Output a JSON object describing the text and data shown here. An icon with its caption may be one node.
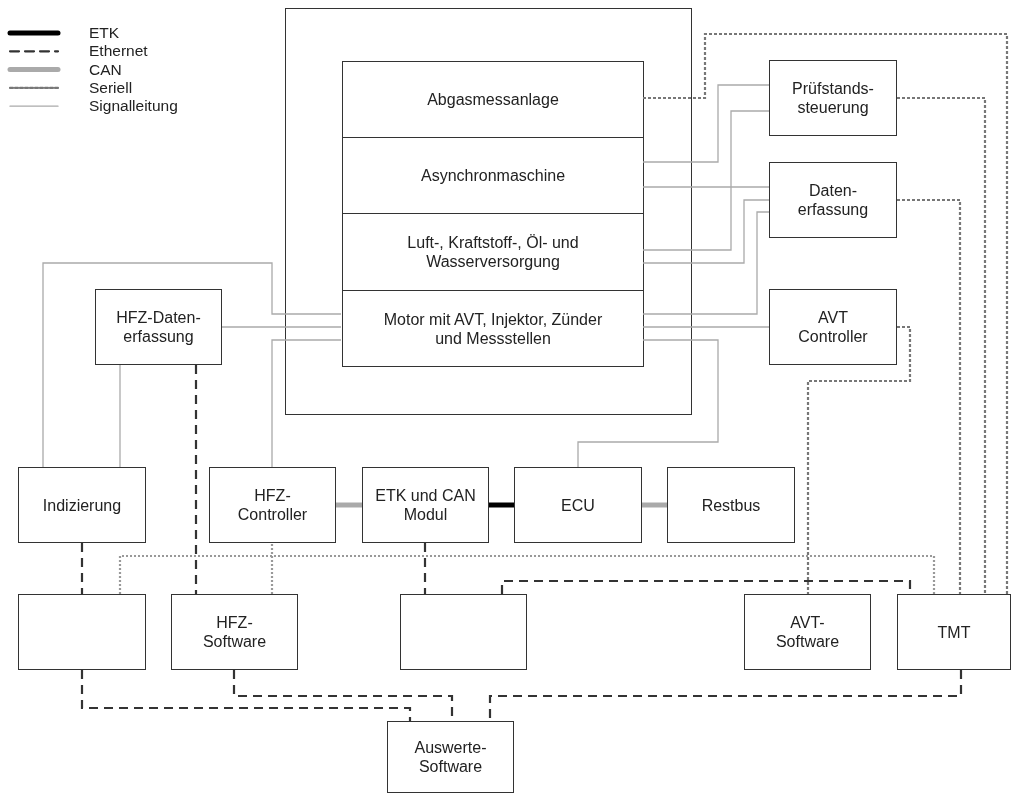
{
  "diagram": {
    "nodes": [
      {
        "text": [],
        "shape": "box"
      },
      {
        "text": [
          "Abgasmessanlage"
        ],
        "in": 0
      },
      {
        "text": [
          "Asynchronmaschine"
        ],
        "in": 0
      },
      {
        "text": [
          "Luft-, Kraftstoff-, Öl- und Wasserversorgung"
        ],
        "in": 0
      },
      {
        "text": [
          "Motor mit AVT, Injektor, Zünder und Messstellen"
        ],
        "in": 0
      },
      {
        "text": [
          "Prüfstands- steuerung"
        ]
      },
      {
        "text": [
          "Daten- erfassung"
        ]
      },
      {
        "text": [
          "AVT Controller"
        ]
      },
      {
        "text": [
          "HFZ-Daten- erfassung"
        ]
      },
      {
        "text": [
          "Indizierung"
        ]
      },
      {
        "text": [
          "HFZ- Controller"
        ]
      },
      {
        "text": [
          "ETK und CAN Modul"
        ]
      },
      {
        "text": [
          "ECU"
        ]
      },
      {
        "text": [
          "Restbus"
        ]
      },
      {
        "text": [],
        "shape": "box"
      },
      {
        "text": [
          "HFZ- Software"
        ]
      },
      {
        "text": [],
        "shape": "box"
      },
      {
        "text": [
          "AVT- Software"
        ]
      },
      {
        "text": [
          "TMT"
        ]
      },
      {
        "text": [
          "Auswerte- Software"
        ]
      }
    ],
    "edges": [
      {
        "from": 1,
        "to": 18,
        "arrow": "none",
        "style": "dashed",
        "color": "#777777"
      },
      {
        "from": 5,
        "to": 18,
        "arrow": "none",
        "style": "dashed",
        "color": "#777777"
      },
      {
        "from": 6,
        "to": 18,
        "arrow": "none",
        "style": "dashed",
        "color": "#777777"
      },
      {
        "from": 7,
        "to": 17,
        "arrow": "none",
        "style": "dashed",
        "color": "#777777"
      },
      {
        "from": 2,
        "to": 5,
        "arrow": "none"
      },
      {
        "from": 3,
        "to": 5,
        "arrow": "none"
      },
      {
        "from": 2,
        "to": 6,
        "arrow": "none"
      },
      {
        "from": 3,
        "to": 6,
        "arrow": "none"
      },
      {
        "from": 4,
        "to": 6,
        "arrow": "none"
      },
      {
        "from": 4,
        "to": 7,
        "arrow": "none"
      },
      {
        "from": 4,
        "to": 12,
        "arrow": "none"
      },
      {
        "from": 9,
        "to": 4,
        "arrow": "none"
      },
      {
        "from": 8,
        "to": 4,
        "arrow": "none"
      },
      {
        "from": 10,
        "to": 4,
        "arrow": "none"
      },
      {
        "from": 8,
        "to": 9,
        "arrow": "none"
      },
      {
        "from": 10,
        "to": 11,
        "arrow": "none",
        "style": "thick"
      },
      {
        "from": 11,
        "to": 12,
        "arrow": "none",
        "style": "thick",
        "color": "#000000"
      },
      {
        "from": 12,
        "to": 13,
        "arrow": "none",
        "style": "thick"
      },
      {
        "from": 8,
        "to": 15,
        "arrow": "none",
        "style": "dashed",
        "color": "#333333"
      },
      {
        "from": 9,
        "to": 14,
        "arrow": "none",
        "style": "dashed",
        "color": "#333333"
      },
      {
        "from": 11,
        "to": 16,
        "arrow": "none",
        "style": "dashed",
        "color": "#333333"
      },
      {
        "from": 16,
        "to": 18,
        "arrow": "none",
        "style": "dashed",
        "color": "#333333"
      },
      {
        "from": 14,
        "to": 19,
        "arrow": "none",
        "style": "dashed",
        "color": "#333333"
      },
      {
        "from": 15,
        "to": 19,
        "arrow": "none",
        "style": "dashed",
        "color": "#333333"
      },
      {
        "from": 18,
        "to": 19,
        "arrow": "none",
        "style": "dashed",
        "color": "#333333"
      },
      {
        "from": 14,
        "to": 18,
        "arrow": "none",
        "style": "dashed",
        "color": "#999999"
      },
      {
        "from": 15,
        "to": 10,
        "arrow": "none",
        "style": "dashed",
        "color": "#999999"
      }
    ],
    "legend": [
      {
        "text": "ETK"
      },
      {
        "text": "Ethernet"
      },
      {
        "text": "CAN"
      },
      {
        "text": "Seriell"
      },
      {
        "text": "Signalleitung"
      }
    ]
  }
}
